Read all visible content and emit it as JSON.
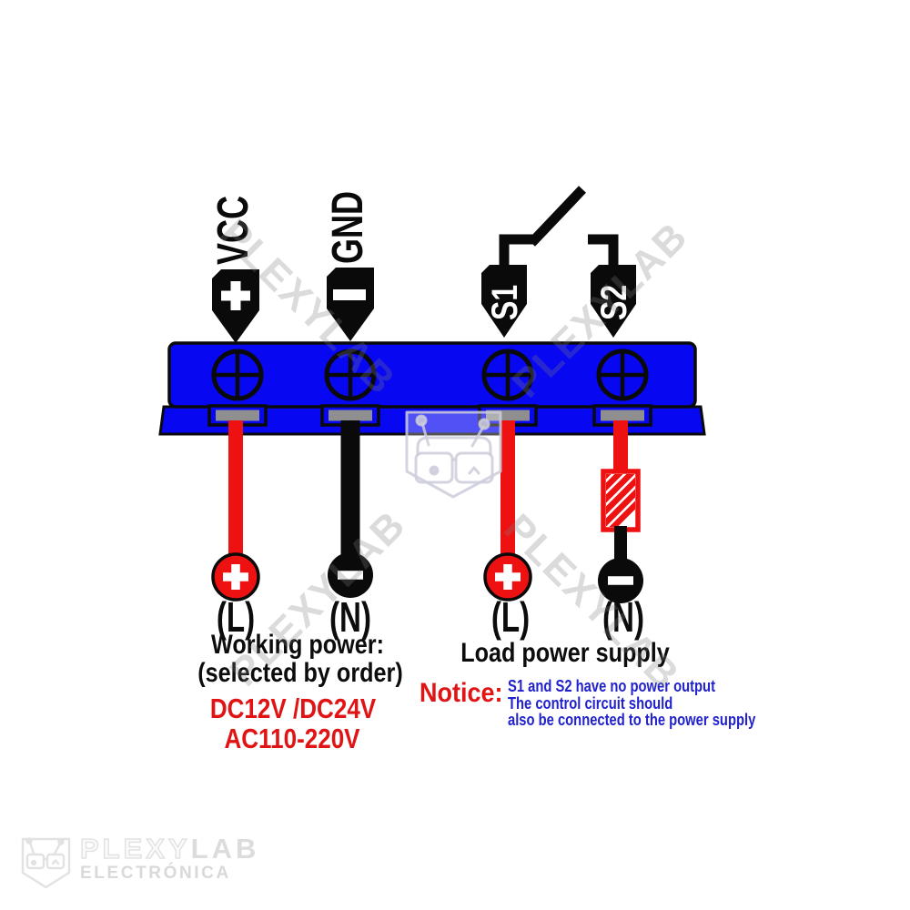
{
  "colors": {
    "block_blue": "#0707f2",
    "wire_red": "#ee1111",
    "wire_black": "#0a0a0a",
    "slot_gray": "#8f8f8f",
    "accent_text_red": "#e01414",
    "notice_text_blue": "#2121cd",
    "watermark_gray": "#d9d9d9"
  },
  "icons": {
    "plus": "+",
    "minus": "−",
    "screw": "phillips-screw",
    "load": "hatched-load-resistor",
    "switch": "open-switch-contact",
    "robot": "robot-glasses-logo"
  },
  "terminal_block": {
    "tags": [
      {
        "label": "VCC",
        "polarity": "+"
      },
      {
        "label": "GND",
        "polarity": "−"
      },
      {
        "label": "S1"
      },
      {
        "label": "S2"
      }
    ]
  },
  "connectors": [
    {
      "polarity": "+",
      "line_label": "(L)"
    },
    {
      "polarity": "−",
      "line_label": "(N)"
    },
    {
      "polarity": "+",
      "line_label": "(L)"
    },
    {
      "polarity": "−",
      "line_label": "(N)"
    }
  ],
  "annotations": {
    "working_power_title": "Working power:",
    "working_power_subtitle": "(selected by order)",
    "power_option_dc": "DC12V /DC24V",
    "power_option_ac": "AC110-220V",
    "load_power_title": "Load power supply",
    "notice_label": "Notice:",
    "notice_lines": [
      "S1 and S2 have no power output",
      "The control circuit should",
      "also be connected to the power supply"
    ]
  },
  "watermark": {
    "text": "PLEXYLAB"
  },
  "brand": {
    "name_outline": "PLEXY",
    "name_solid": "LAB",
    "subtitle": "ELECTRÓNICA"
  }
}
